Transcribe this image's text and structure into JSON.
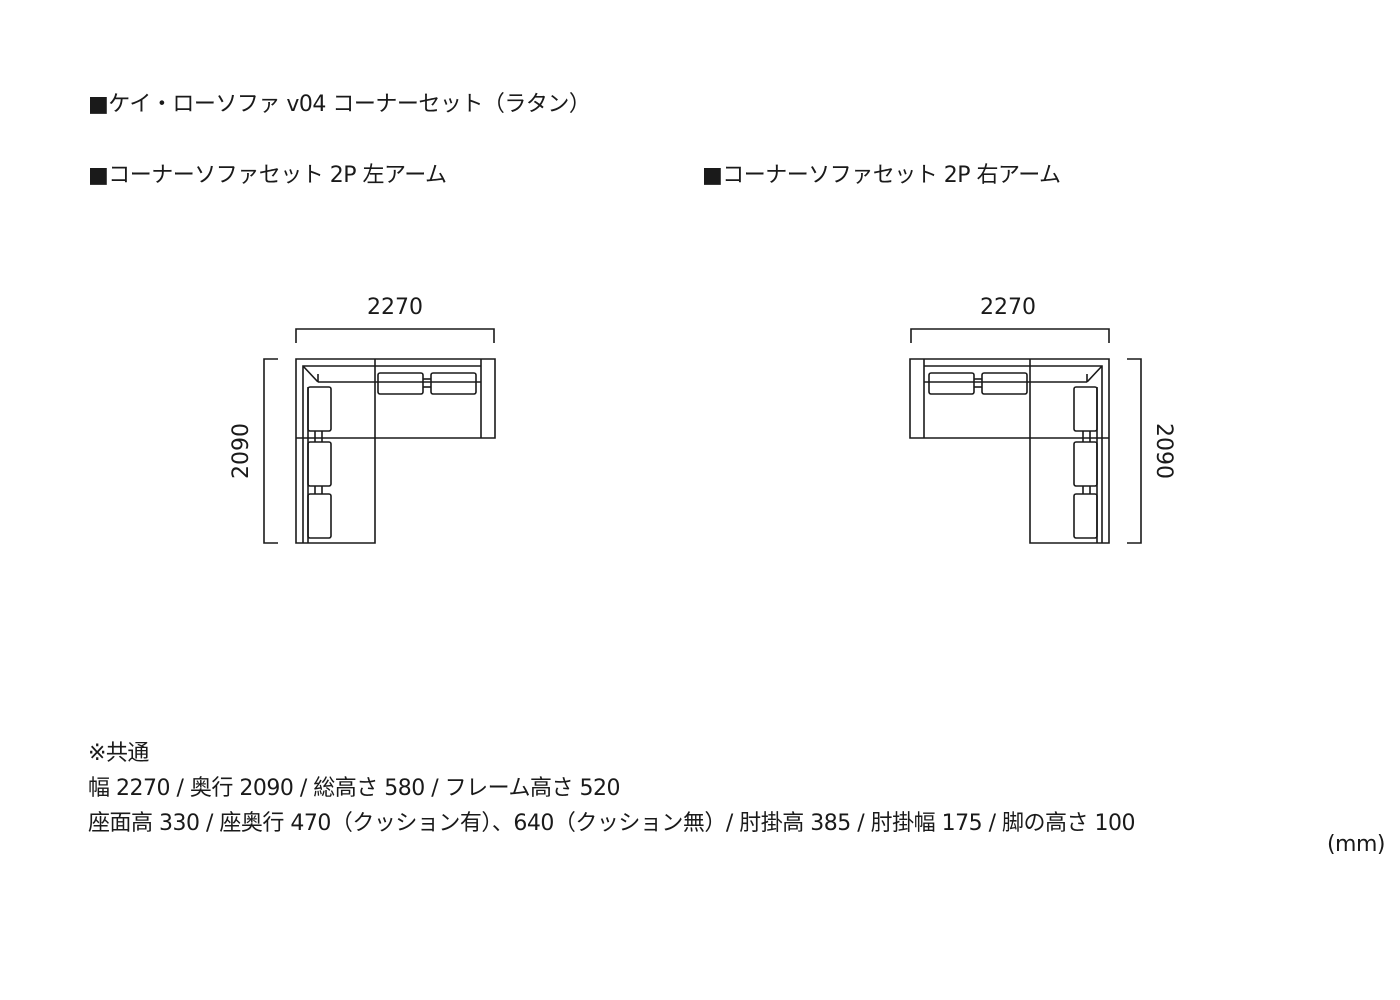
{
  "title": "■ケイ・ローソファ v04 コーナーセット（ラタン）",
  "sections": [
    {
      "heading": "■コーナーソファセット 2P 左アーム",
      "width_label": "2270",
      "depth_label": "2090"
    },
    {
      "heading": "■コーナーソファセット 2P 右アーム",
      "width_label": "2270",
      "depth_label": "2090"
    }
  ],
  "notes": {
    "heading": "※共通",
    "line1": "幅 2270 / 奥行 2090 / 総高さ 580 / フレーム高さ 520",
    "line2": "座面高 330 / 座奥行 470（クッション有）、640（クッション無）/ 肘掛高 385 / 肘掛幅 175 / 脚の高さ 100",
    "unit": "(mm)"
  }
}
